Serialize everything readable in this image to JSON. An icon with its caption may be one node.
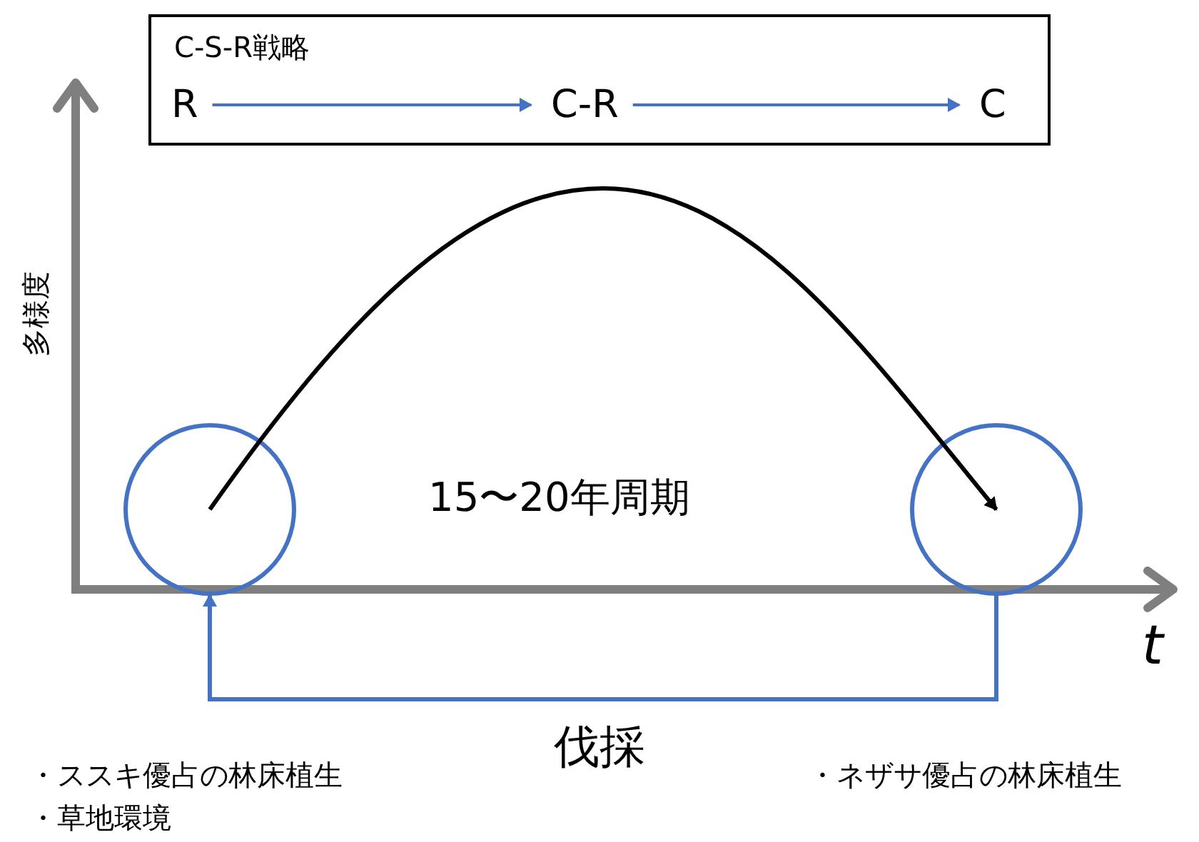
{
  "diagram": {
    "nodes": [
      {
        "text": [
          "C-S-R戦略"
        ]
      },
      {
        "text": [
          "R"
        ],
        "in": 0
      },
      {
        "text": [
          "C-R"
        ],
        "in": 0
      },
      {
        "text": [
          "C"
        ],
        "in": 0
      },
      {
        "text": [],
        "shape": "circle"
      },
      {
        "text": [],
        "shape": "circle"
      }
    ],
    "edges": [
      {
        "from": 1,
        "to": 2,
        "arrow": "to"
      },
      {
        "from": 2,
        "to": 3,
        "arrow": "to"
      },
      {
        "from": 4,
        "to": 5,
        "arrow": "to",
        "color": "#000000"
      },
      {
        "from": 5,
        "to": 4,
        "arrow": "to",
        "label": "伐採"
      }
    ],
    "labels": [
      "多様度",
      "15〜20年周期",
      "t",
      "・ススキ優占の林床植生",
      "・草地環境",
      "・ネザサ優占の林床植生"
    ]
  }
}
